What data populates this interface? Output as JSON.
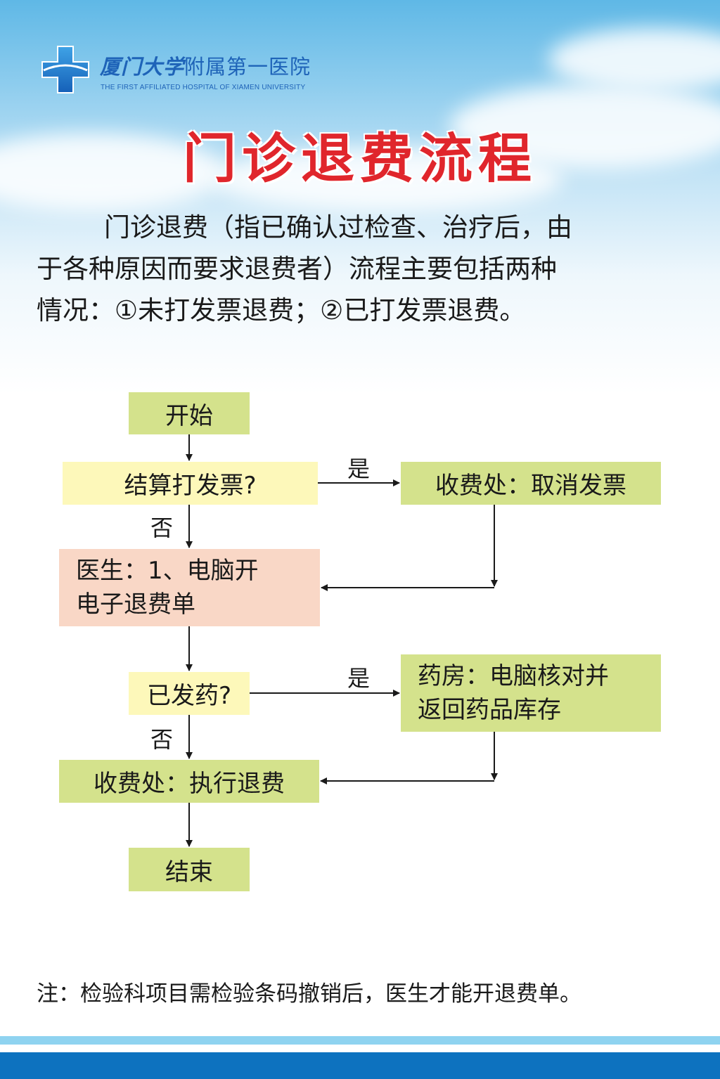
{
  "header": {
    "logo_cn_brush": "厦门大学",
    "logo_cn_text": "附属第一医院",
    "logo_en": "THE FIRST AFFILIATED HOSPITAL OF XIAMEN UNIVERSITY",
    "title": "门诊退费流程"
  },
  "intro": {
    "line1": "门诊退费（指已确认过检查、治疗后，由",
    "line2": "于各种原因而要求退费者）流程主要包括两种",
    "line3": "情况：①未打发票退费；②已打发票退费。"
  },
  "flow": {
    "start": "开始",
    "q_invoice": "结算打发票?",
    "cancel_invoice": "收费处：取消发票",
    "doctor_line1": "医生：1、电脑开",
    "doctor_line2": "电子退费单",
    "q_dispensed": "已发药?",
    "pharmacy_line1": "药房：电脑核对并",
    "pharmacy_line2": "返回药品库存",
    "execute_refund": "收费处：执行退费",
    "end": "结束",
    "yes_1": "是",
    "no_1": "否",
    "yes_2": "是",
    "no_2": "否"
  },
  "note": "注：检验科项目需检验条码撤销后，医生才能开退费单。",
  "colors": {
    "title_red": "#e0262c",
    "box_green": "#d4e28c",
    "box_yellow": "#fdf8ba",
    "box_pink": "#f9d7c6",
    "brand_blue": "#1e63b8",
    "footer_blue": "#0d72bf"
  }
}
